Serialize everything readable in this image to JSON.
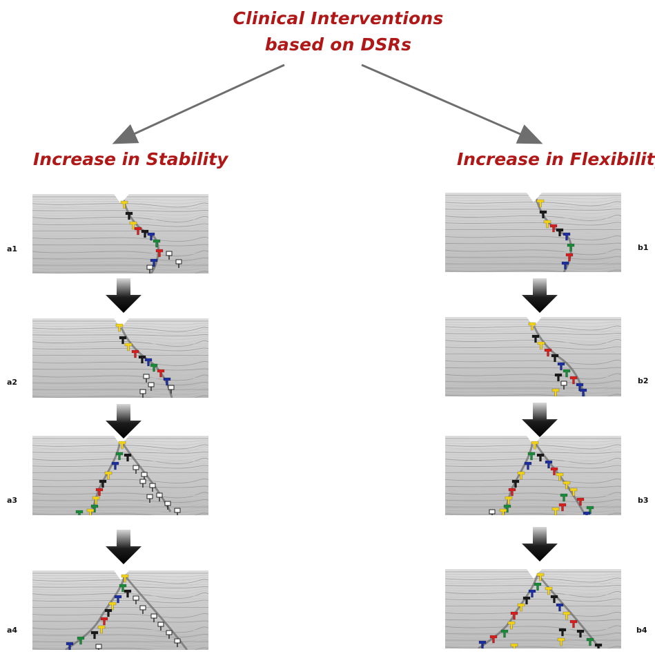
{
  "title": {
    "line1": "Clinical Interventions",
    "line2": "based on DSRs"
  },
  "branches": {
    "left": "Increase in Stability",
    "right": "Increase in Flexibility"
  },
  "panels": {
    "left": [
      {
        "label": "a1",
        "stage": 1,
        "pattern": "stability"
      },
      {
        "label": "a2",
        "stage": 2,
        "pattern": "stability"
      },
      {
        "label": "a3",
        "stage": 3,
        "pattern": "stability"
      },
      {
        "label": "a4",
        "stage": 4,
        "pattern": "stability"
      }
    ],
    "right": [
      {
        "label": "b1",
        "stage": 1,
        "pattern": "flexibility"
      },
      {
        "label": "b2",
        "stage": 2,
        "pattern": "flexibility"
      },
      {
        "label": "b3",
        "stage": 3,
        "pattern": "flexibility"
      },
      {
        "label": "b4",
        "stage": 4,
        "pattern": "flexibility"
      }
    ]
  },
  "colors": {
    "title": "#b01818",
    "arrow": "#6e6e6e",
    "marker_yellow": "#f2d21a",
    "marker_black": "#1a1a1a",
    "marker_red": "#d42020",
    "marker_blue": "#1d2f9c",
    "marker_green": "#1b8a3a",
    "marker_hollow": "#ffffff"
  },
  "icons": {
    "marker": "arrowhead-marker-icon",
    "down_arrow": "down-arrow-icon"
  }
}
